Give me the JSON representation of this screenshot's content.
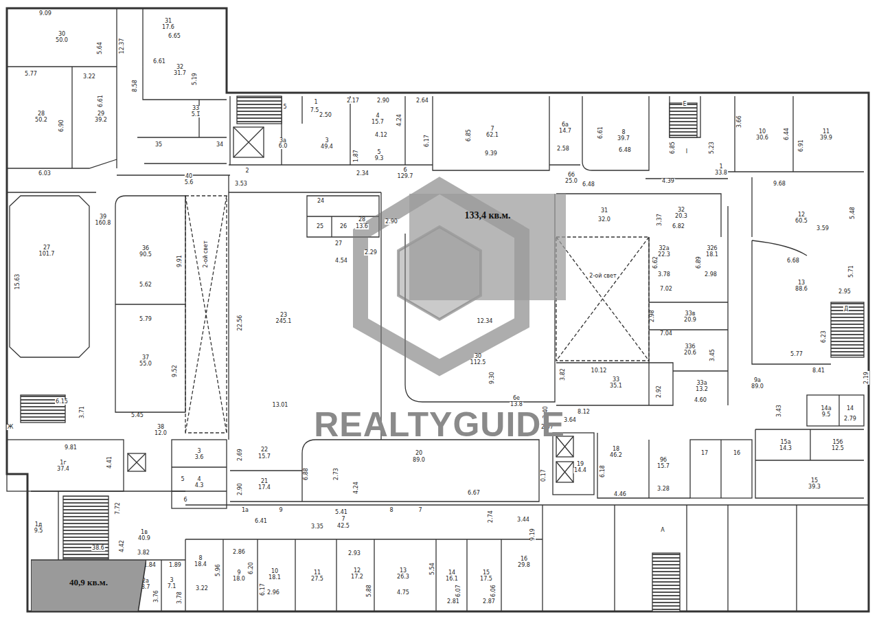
{
  "diagram": {
    "nodes": [
      {
        "text": [
          "133,4 кв.м."
        ]
      },
      {
        "text": [
          "40,9 кв.м."
        ]
      }
    ],
    "labels": [
      "9.09",
      "30",
      "50.0",
      "5.64",
      "12.37",
      "31",
      "17.6",
      "6.65",
      "6.61",
      "32",
      "31.7",
      "5.19",
      "8.58",
      "5.77",
      "3.22",
      "6.61",
      "28",
      "50.2",
      "6.90",
      "29",
      "39.2",
      "6.03",
      "33",
      "5.1",
      "35",
      "34",
      "40",
      "5.6",
      "2",
      "3.53",
      "5",
      "1",
      "7.5",
      "2.50",
      "3a",
      "6.0",
      "3",
      "49.4",
      "2.17",
      "2.90",
      "2.64",
      "4",
      "15.7",
      "4.24",
      "4.12",
      "5",
      "9.3",
      "1.87",
      "2.34",
      "6.17",
      "6",
      "129.7",
      "6.85",
      "7",
      "62.1",
      "9.39",
      "6a",
      "14.7",
      "2.58",
      "6.61",
      "8",
      "39.7",
      "6.48",
      "6б",
      "25.0",
      "Е",
      "6.85",
      "5.23",
      "I",
      "1",
      "33.8",
      "4.39",
      "3.66",
      "10",
      "30.6",
      "6.44",
      "6.91",
      "11",
      "39.9",
      "9.68",
      "5.48",
      "12",
      "60.5",
      "3.59",
      "6.48",
      "31",
      "32.0",
      "32",
      "20.3",
      "6.82",
      "3.37",
      "32a",
      "22.3",
      "6.62",
      "32б",
      "18.1",
      "6.89",
      "3.78",
      "2.98",
      "2-ой свет",
      "6.68",
      "13",
      "88.6",
      "5.71",
      "2.95",
      "Д",
      "6.23",
      "5.77",
      "8.41",
      "7.02",
      "33в",
      "20.9",
      "2.98",
      "7.04",
      "33б",
      "20.6",
      "3.45",
      "10.12",
      "33",
      "35.1",
      "3.82",
      "2.92",
      "33a",
      "13.2",
      "4.60",
      "9a",
      "89.0",
      "2.19",
      "3.43",
      "14a",
      "9.5",
      "14",
      "2.79",
      "15a",
      "14.3",
      "15б",
      "12.5",
      "15",
      "39.3",
      "17",
      "16",
      "9б",
      "15.7",
      "3.28",
      "18",
      "46.2",
      "6.18",
      "4.46",
      "19",
      "14.4",
      "2.07",
      "3.64",
      "2.40",
      "8.12",
      "9.30",
      "30",
      "112.5",
      "12.34",
      "2.90",
      "2.29",
      "6e",
      "13.8",
      "REALTYGUIDE",
      "24",
      "25",
      "26",
      "27",
      "28",
      "13.6",
      "4.54",
      "23",
      "245.1",
      "22.56",
      "13.01",
      "39",
      "160.8",
      "27",
      "101.7",
      "15.63",
      "36",
      "90.5",
      "9.91",
      "5.62",
      "2-ой свет",
      "5.79",
      "37",
      "55.0",
      "9.52",
      "6.15",
      "Ж",
      "3.71",
      "5.45",
      "38",
      "12.0",
      "9.81",
      "1г",
      "37.4",
      "4.41",
      "3",
      "3.6",
      "5",
      "4",
      "4.3",
      "6",
      "22",
      "15.7",
      "2.69",
      "21",
      "17.4",
      "2.90",
      "6.88",
      "2.73",
      "4.24",
      "20",
      "89.0",
      "6.67",
      "0.17",
      "5.41",
      "1a",
      "9",
      "8",
      "7",
      "6.41",
      "3.35",
      "7",
      "42.5",
      "2.74",
      "3.44",
      "16",
      "29.8",
      "9.19",
      "7.72",
      "1в",
      "40.9",
      "4.42",
      "38.6",
      "1д",
      "9.5",
      "3.82",
      "1.84",
      "1.89",
      "2a",
      "8.7",
      "3.76",
      "3",
      "7.1",
      "3.78",
      "8",
      "18.4",
      "5.96",
      "3.22",
      "2.86",
      "9",
      "18.0",
      "6.20",
      "6.17",
      "10",
      "18.1",
      "2.96",
      "11",
      "27.5",
      "2.93",
      "12",
      "17.2",
      "5.88",
      "13",
      "26.3",
      "5.54",
      "4.75",
      "14",
      "16.1",
      "6.07",
      "2.81",
      "15",
      "17.5",
      "6.06",
      "2.87",
      "A"
    ]
  }
}
